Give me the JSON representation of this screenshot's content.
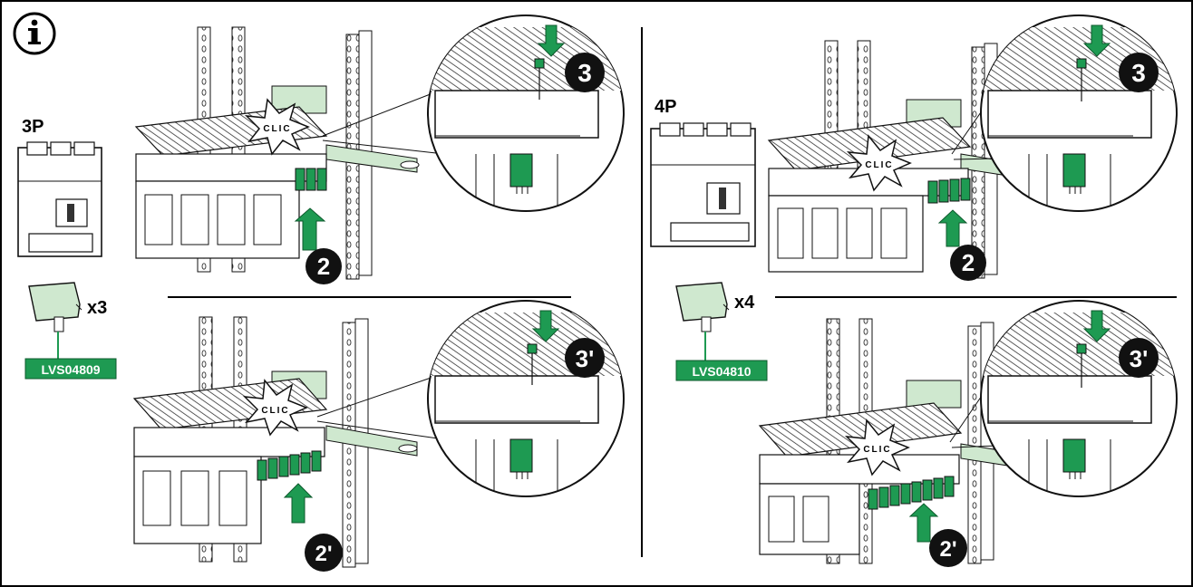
{
  "info_icon": "info-circle-icon",
  "left_panel": {
    "pole_label": "3P",
    "quantity": "x3",
    "part_number": "LVS04809",
    "top_step": "3",
    "top_push_step": "2",
    "bottom_step": "3'",
    "bottom_push_step": "2'",
    "clic_top": "CLIC",
    "clic_bottom": "CLIC"
  },
  "right_panel": {
    "pole_label": "4P",
    "quantity": "x4",
    "part_number": "LVS04810",
    "top_step": "3",
    "top_push_step": "2",
    "bottom_step": "3'",
    "bottom_push_step": "2'",
    "clic_top": "CLIC",
    "clic_bottom": "CLIC"
  },
  "colors": {
    "accent_green": "#1e9a52",
    "light_green": "#cfe8cf",
    "dark": "#1a1a1a",
    "grey": "#e6e6e6"
  }
}
